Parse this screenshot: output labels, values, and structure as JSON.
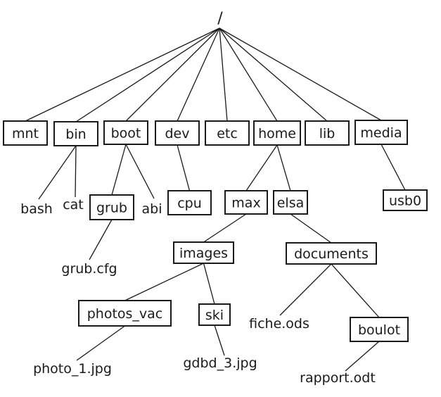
{
  "diagram": {
    "type": "directory-tree",
    "root": {
      "id": "root",
      "label": "/"
    },
    "nodes": [
      {
        "id": "mnt",
        "label": "mnt",
        "kind": "directory",
        "parent": "root"
      },
      {
        "id": "bin",
        "label": "bin",
        "kind": "directory",
        "parent": "root"
      },
      {
        "id": "boot",
        "label": "boot",
        "kind": "directory",
        "parent": "root"
      },
      {
        "id": "dev",
        "label": "dev",
        "kind": "directory",
        "parent": "root"
      },
      {
        "id": "etc",
        "label": "etc",
        "kind": "directory",
        "parent": "root"
      },
      {
        "id": "home",
        "label": "home",
        "kind": "directory",
        "parent": "root"
      },
      {
        "id": "lib",
        "label": "lib",
        "kind": "directory",
        "parent": "root"
      },
      {
        "id": "media",
        "label": "media",
        "kind": "directory",
        "parent": "root"
      },
      {
        "id": "bash",
        "label": "bash",
        "kind": "file",
        "parent": "bin"
      },
      {
        "id": "cat",
        "label": "cat",
        "kind": "file",
        "parent": "bin"
      },
      {
        "id": "grub",
        "label": "grub",
        "kind": "directory",
        "parent": "boot"
      },
      {
        "id": "abi",
        "label": "abi",
        "kind": "file",
        "parent": "boot"
      },
      {
        "id": "cpu",
        "label": "cpu",
        "kind": "directory",
        "parent": "dev"
      },
      {
        "id": "max",
        "label": "max",
        "kind": "directory",
        "parent": "home"
      },
      {
        "id": "elsa",
        "label": "elsa",
        "kind": "directory",
        "parent": "home"
      },
      {
        "id": "usb0",
        "label": "usb0",
        "kind": "directory",
        "parent": "media"
      },
      {
        "id": "grubcfg",
        "label": "grub.cfg",
        "kind": "file",
        "parent": "grub"
      },
      {
        "id": "images",
        "label": "images",
        "kind": "directory",
        "parent": "max"
      },
      {
        "id": "documents",
        "label": "documents",
        "kind": "directory",
        "parent": "elsa"
      },
      {
        "id": "photos_vac",
        "label": "photos_vac",
        "kind": "directory",
        "parent": "images"
      },
      {
        "id": "ski",
        "label": "ski",
        "kind": "directory",
        "parent": "images"
      },
      {
        "id": "fiche",
        "label": "fiche.ods",
        "kind": "file",
        "parent": "documents"
      },
      {
        "id": "boulot",
        "label": "boulot",
        "kind": "directory",
        "parent": "documents"
      },
      {
        "id": "photo1",
        "label": "photo_1.jpg",
        "kind": "file",
        "parent": "photos_vac"
      },
      {
        "id": "gdbd3",
        "label": "gdbd_3.jpg",
        "kind": "file",
        "parent": "ski"
      },
      {
        "id": "rapport",
        "label": "rapport.odt",
        "kind": "file",
        "parent": "boulot"
      }
    ]
  }
}
